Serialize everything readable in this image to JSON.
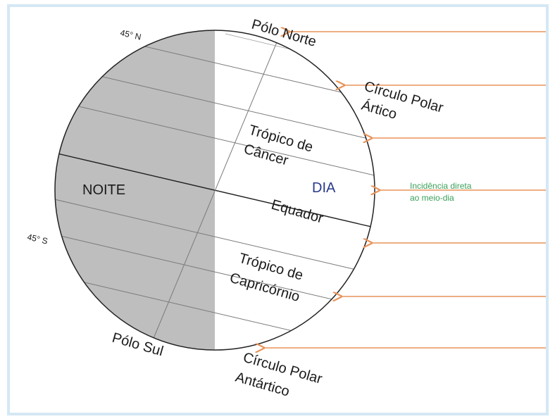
{
  "colors": {
    "frame": "#d4e8f4",
    "night": "#bebebe",
    "day": "#ffffff",
    "outline": "#222222",
    "grid": "#777777",
    "sun_ray": "#e8935a",
    "day_label": "#2a3a8a",
    "note": "#3aa05a"
  },
  "labels": {
    "lat_45n": "45° N",
    "lat_45s": "45° S",
    "north_pole": "Pólo Norte",
    "arctic_line1": "Círculo Polar",
    "arctic_line2": "Ártico",
    "cancer_line1": "Trópico de",
    "cancer_line2": "Câncer",
    "night": "NOITE",
    "day": "DIA",
    "note_line1": "Incidência direta",
    "note_line2": "ao meio-dia",
    "equator": "Equador",
    "capricorn_line1": "Trópico de",
    "capricorn_line2": "Capricórnio",
    "south_pole": "Pólo Sul",
    "antarctic_line1": "Círculo Polar",
    "antarctic_line2": "Antártico"
  },
  "sun_rays_count": 7
}
